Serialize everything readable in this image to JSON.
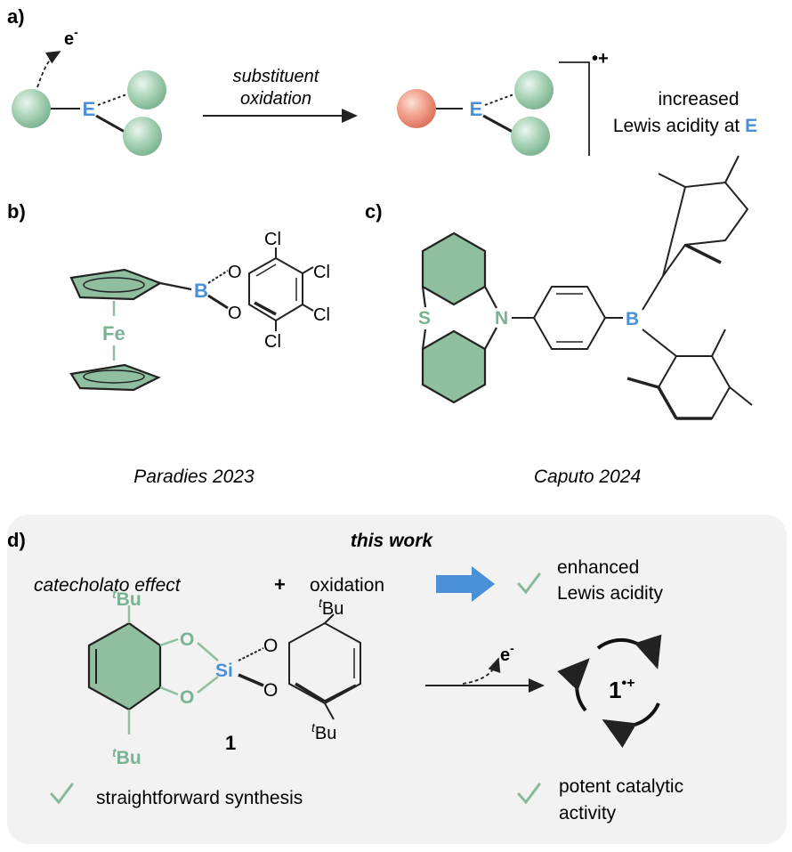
{
  "panels": {
    "a": {
      "label": "a)",
      "electron": "e",
      "electron_sup": "-",
      "element_left": "E",
      "arrow_line1": "substituent",
      "arrow_line2": "oxidation",
      "element_right": "E",
      "charge": "•+",
      "result_line1": "increased",
      "result_line2": "Lewis acidity at ",
      "result_element": "E"
    },
    "b": {
      "label": "b)",
      "boron": "B",
      "iron": "Fe",
      "oxygen": "O",
      "chlorine": "Cl",
      "citation": "Paradies 2023"
    },
    "c": {
      "label": "c)",
      "sulfur": "S",
      "nitrogen": "N",
      "boron": "B",
      "citation": "Caputo 2024"
    },
    "d": {
      "label": "d)",
      "heading": "this work",
      "concept1": "catecholato effect",
      "plus": "+",
      "concept2": "oxidation",
      "benefit1_line1": "enhanced",
      "benefit1_line2": "Lewis acidity",
      "silicon": "Si",
      "oxygen": "O",
      "tbu_t": "t",
      "tbu_bu": "Bu",
      "compound_number": "1",
      "electron": "e",
      "electron_sup": "-",
      "cycle_label": "1",
      "cycle_charge": "•+",
      "benefit2": "straightforward synthesis",
      "benefit3_line1": "potent catalytic",
      "benefit3_line2": "activity"
    }
  },
  "colors": {
    "green": "#8fbf9f",
    "green_text": "#79b394",
    "blue": "#4a90d9",
    "red": "#e8826b",
    "panel_bg": "#f2f2f2",
    "check": "#8ab89a"
  }
}
